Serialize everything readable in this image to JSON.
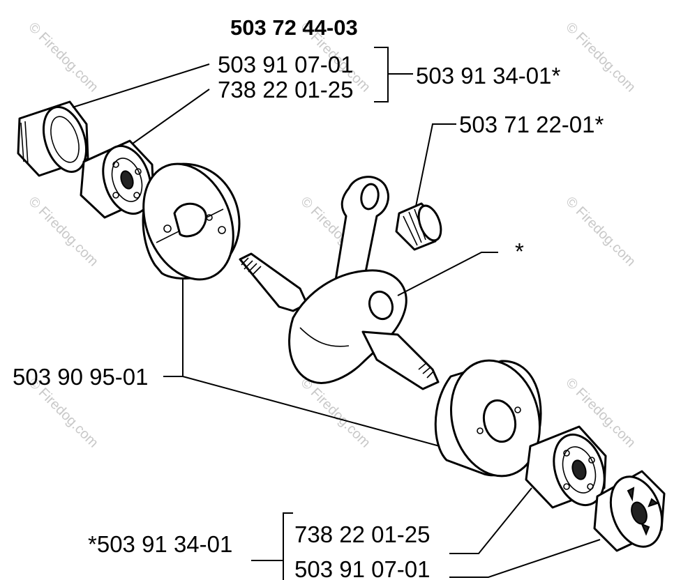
{
  "diagram": {
    "title_part_number": "503 72 44-03",
    "labels": {
      "seal_top": "503 91 07-01",
      "bearing_top": "738 22 01-25",
      "kit_top": "503 91 34-01*",
      "needle_bearing": "503 71 22-01*",
      "connecting_rod_note": "*",
      "flywheel_halves": "503 90 95-01",
      "kit_bottom": "*503 91 34-01",
      "bearing_bottom": "738 22 01-25",
      "seal_bottom": "503 91 07-01"
    },
    "watermark": "© Firedog.com"
  }
}
